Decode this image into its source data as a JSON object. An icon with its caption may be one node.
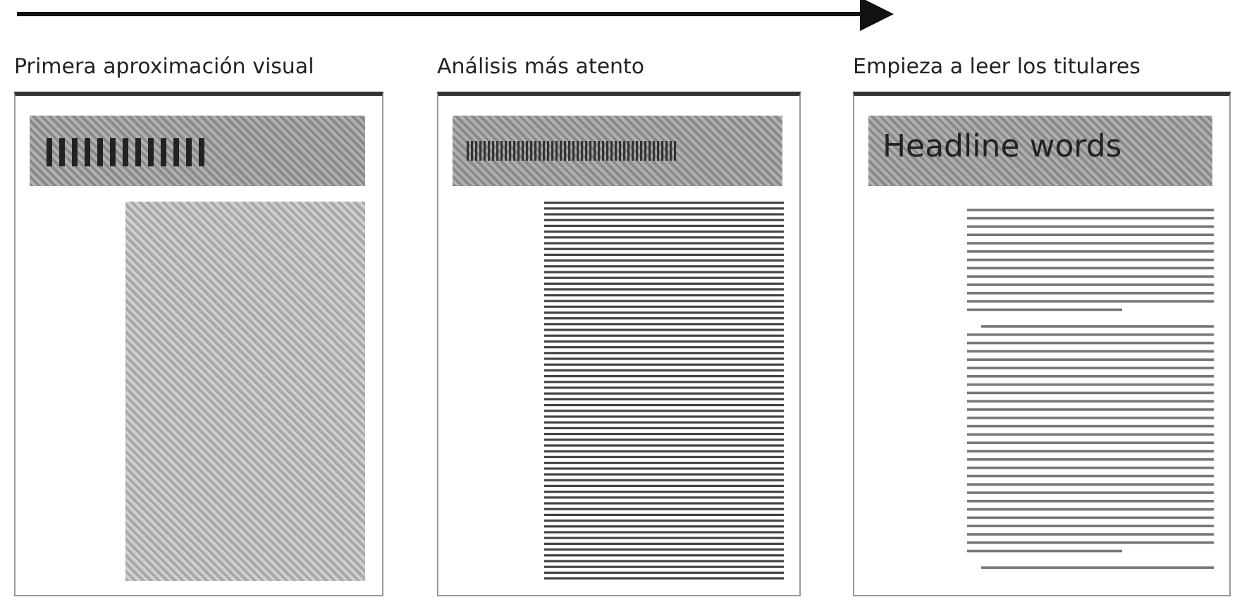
{
  "diagram": {
    "nodes": [
      {
        "text": [
          "Primera aproximación visual"
        ]
      },
      {
        "text": [
          "Análisis más atento"
        ]
      },
      {
        "text": [
          "Empieza a leer los titulares",
          "Headline words"
        ]
      }
    ]
  }
}
